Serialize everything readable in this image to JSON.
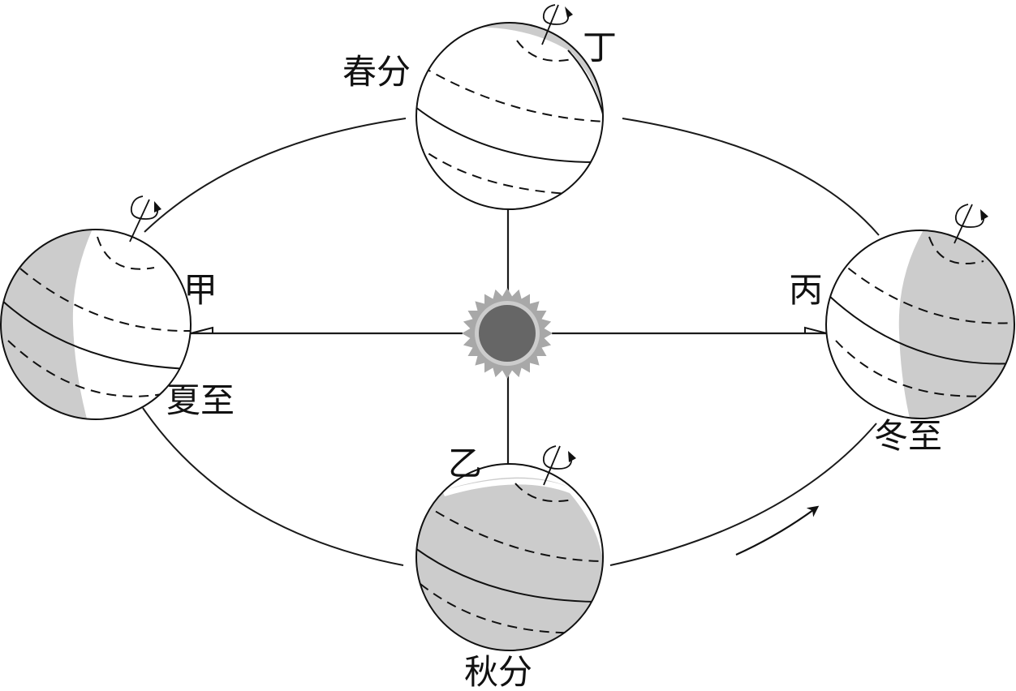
{
  "labels": {
    "spring_equinox": "春分",
    "summer_solstice": "夏至",
    "autumn_equinox": "秋分",
    "winter_solstice": "冬至",
    "position_jia": "甲",
    "position_yi": "乙",
    "position_bing": "丙",
    "position_ding": "丁"
  },
  "colors": {
    "night_shade": "#cccccc",
    "outline": "#111111",
    "sun_corona": "#a8a8a8",
    "sun_core": "#666666",
    "background": "#ffffff"
  },
  "icons": [
    "sun-icon",
    "rotation-arrow-icon",
    "orbit-direction-arrow-icon"
  ]
}
